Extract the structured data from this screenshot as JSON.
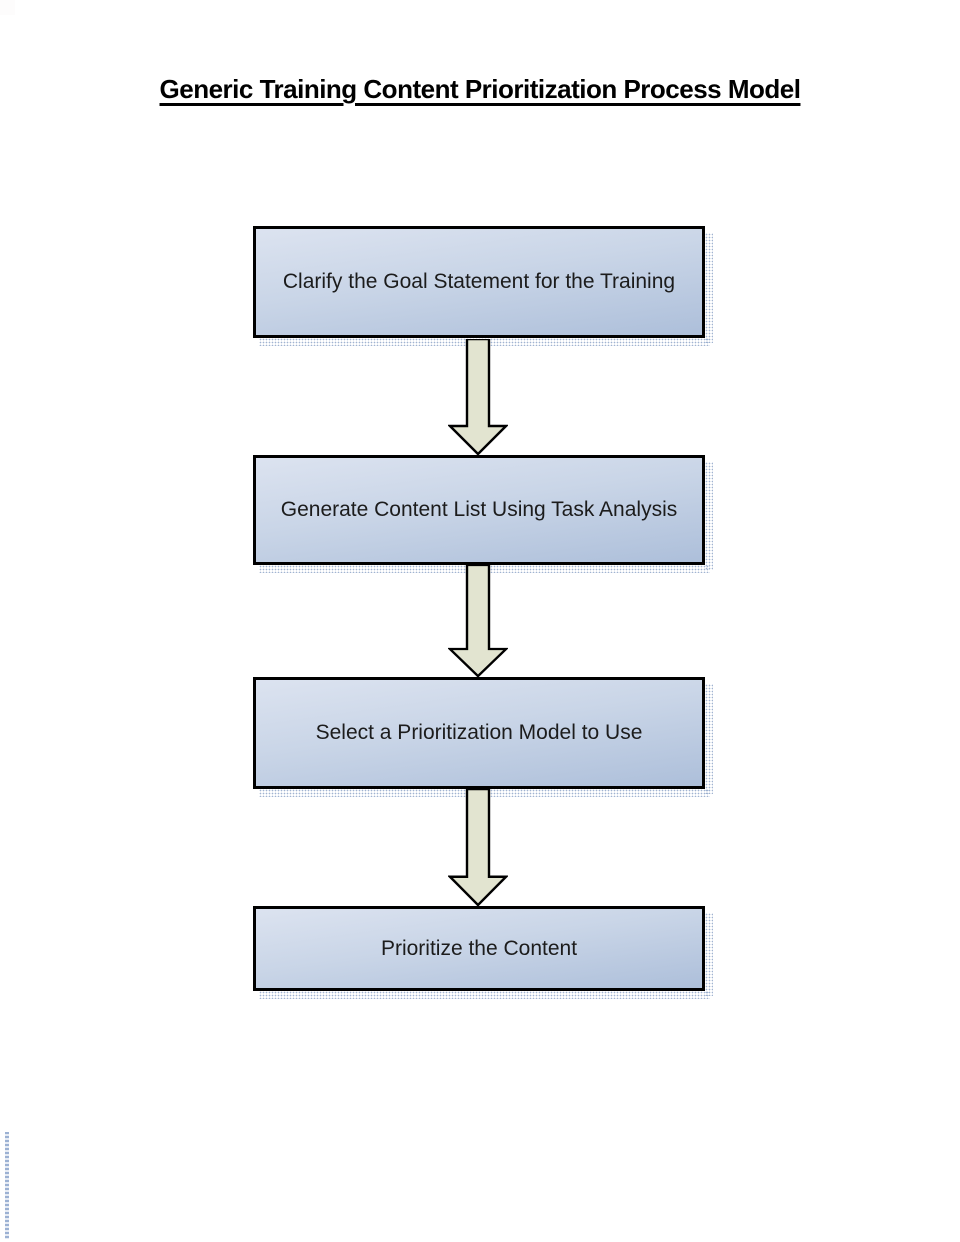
{
  "title": {
    "text": "Generic Training Content Prioritization Process Model"
  },
  "flow": {
    "steps": [
      {
        "label": "Clarify the Goal Statement for the Training"
      },
      {
        "label": "Generate Content List Using Task Analysis"
      },
      {
        "label": "Select a Prioritization Model to Use"
      },
      {
        "label": "Prioritize the Content"
      }
    ],
    "connector_icon": "down-arrow-icon"
  },
  "colors": {
    "page_background": "#ffffff",
    "title_text": "#000000",
    "box_border": "#000000",
    "box_gradient_top": "#dce3f0",
    "box_gradient_mid": "#c9d5e7",
    "box_gradient_bottom": "#adbfda",
    "box_text": "#1c1c1c",
    "box_shadow_dot": "#8fa6c9",
    "arrow_fill": "#e2e4d0",
    "arrow_outline": "#000000",
    "left_edge_mark": "#8ba3cb"
  }
}
